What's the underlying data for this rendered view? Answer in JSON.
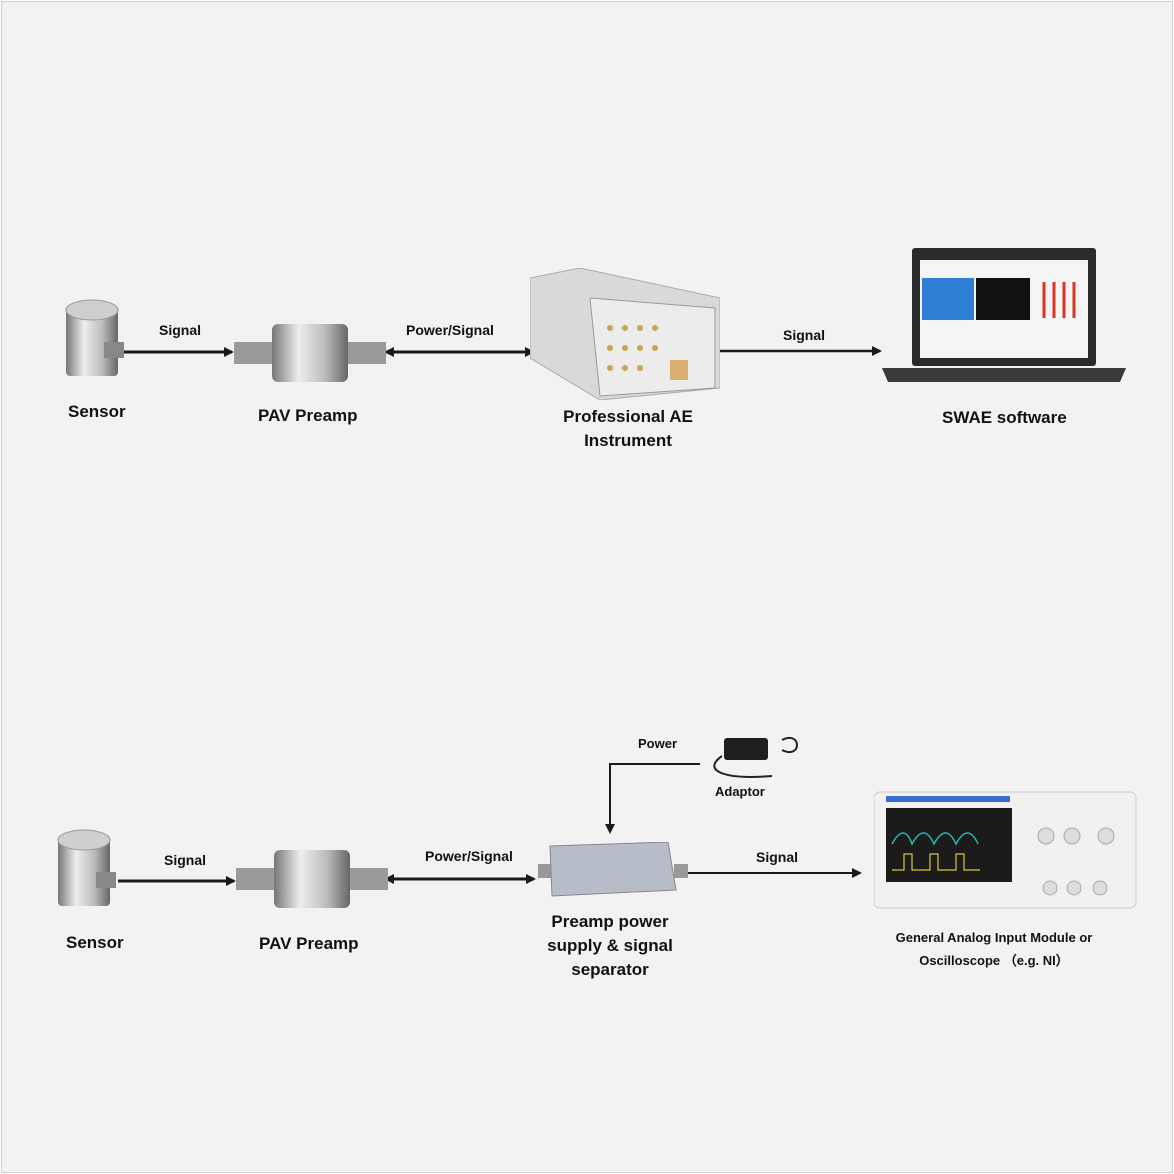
{
  "top_row": {
    "sensor": "Sensor",
    "preamp": "PAV Preamp",
    "instrument": "Professional AE Instrument",
    "software": "SWAE software",
    "link1": "Signal",
    "link2": "Power/Signal",
    "link3": "Signal"
  },
  "bottom_row": {
    "sensor": "Sensor",
    "preamp": "PAV Preamp",
    "separator": "Preamp power supply & signal separator",
    "adaptor": "Adaptor",
    "power": "Power",
    "oscilloscope_line1": "General Analog Input Module or",
    "oscilloscope_line2": "Oscilloscope （e.g. NI）",
    "link1": "Signal",
    "link2": "Power/Signal",
    "link3": "Signal"
  },
  "colors": {
    "background": "#f2f2f2",
    "arrow": "#1a1a1a",
    "screen_wave_1": "#2bb5b0",
    "screen_wave_2": "#d8c640"
  }
}
